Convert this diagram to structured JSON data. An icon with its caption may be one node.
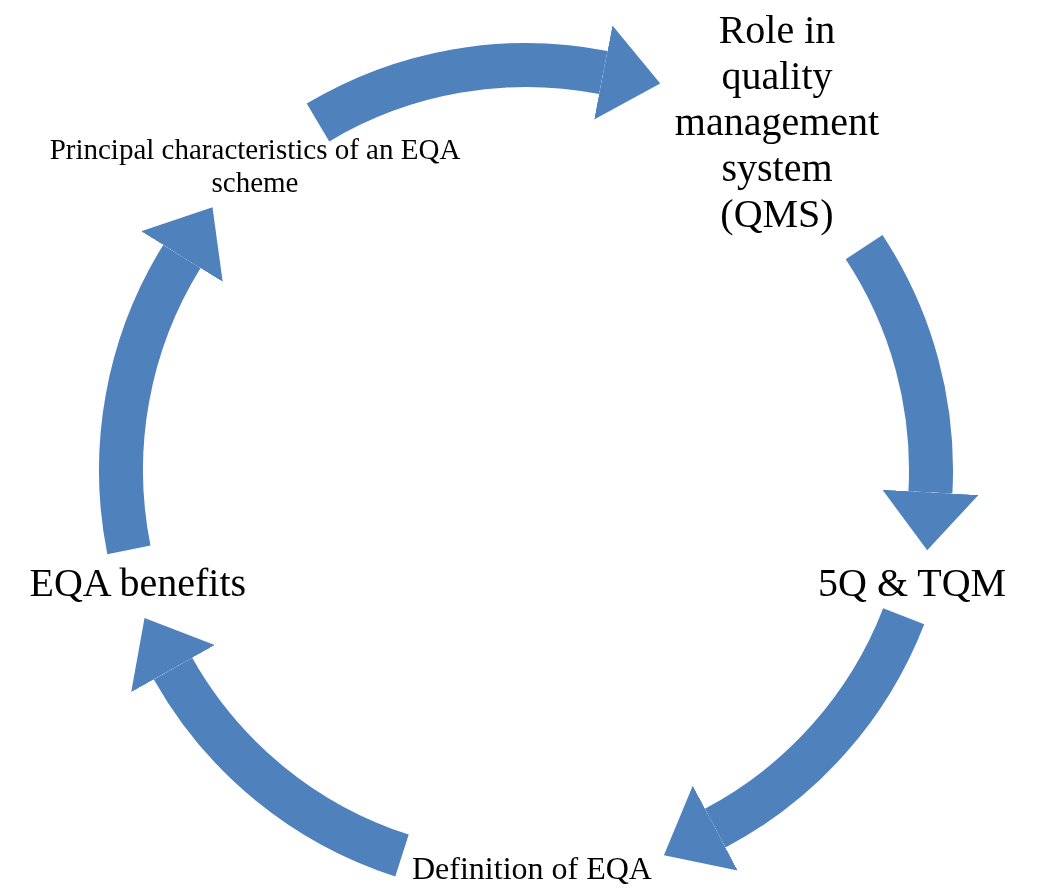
{
  "diagram": {
    "nodes": [
      {
        "text": [
          "Role in quality management system (QMS)"
        ]
      },
      {
        "text": [
          "Principal characteristics of an EQA scheme"
        ]
      },
      {
        "text": [
          "EQA benefits"
        ]
      },
      {
        "text": [
          "5Q & TQM"
        ]
      },
      {
        "text": [
          "Definition of EQA"
        ]
      }
    ],
    "edges": [
      {
        "from": 1,
        "to": 0,
        "arrow": "to"
      },
      {
        "from": 0,
        "to": 3,
        "arrow": "to"
      },
      {
        "from": 3,
        "to": 4,
        "arrow": "to"
      },
      {
        "from": 4,
        "to": 2,
        "arrow": "to"
      },
      {
        "from": 2,
        "to": 1,
        "arrow": "to"
      }
    ]
  }
}
